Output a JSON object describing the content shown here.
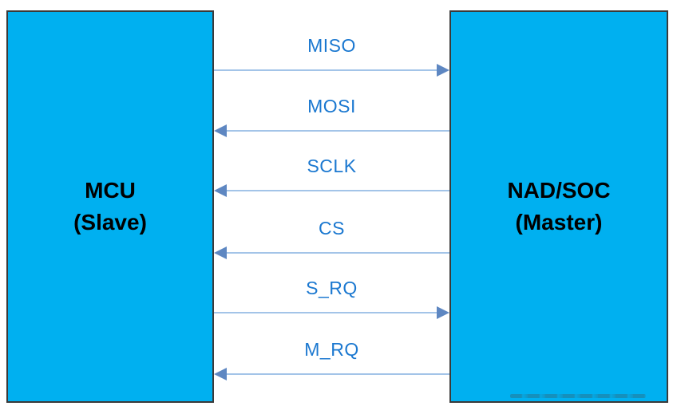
{
  "diagram": {
    "left_box": {
      "title": "MCU",
      "subtitle": "(Slave)"
    },
    "right_box": {
      "title": "NAD/SOC",
      "subtitle": "(Master)"
    },
    "signals": [
      {
        "label": "MISO",
        "direction": "to-master"
      },
      {
        "label": "MOSI",
        "direction": "to-slave"
      },
      {
        "label": "SCLK",
        "direction": "to-slave"
      },
      {
        "label": "CS",
        "direction": "to-slave"
      },
      {
        "label": "S_RQ",
        "direction": "to-master"
      },
      {
        "label": "M_RQ",
        "direction": "to-slave"
      }
    ],
    "colors": {
      "box_fill": "#00B0F0",
      "box_border": "#3a3a3a",
      "box_text": "#000000",
      "signal_label": "#1B78D0",
      "arrow_line": "#A3C4E8",
      "arrow_head": "#5E87C2"
    }
  }
}
